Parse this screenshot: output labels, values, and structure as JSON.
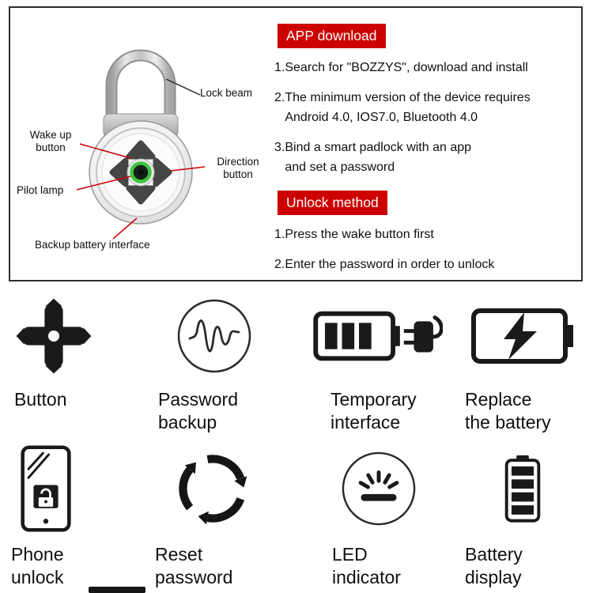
{
  "colors": {
    "accent_red": "#cc0000",
    "pilot_green": "#3fc43f",
    "icon_ink": "#1a1a1a"
  },
  "diagram": {
    "labels": {
      "lock_beam": "Lock beam",
      "wake_up_button": "Wake up\nbutton",
      "direction_button": "Direction\nbutton",
      "pilot_lamp": "Pilot lamp",
      "backup_battery_interface": "Backup battery interface"
    }
  },
  "instructions": {
    "app_download": {
      "title": "APP download",
      "items": [
        "1.Search for \"BOZZYS\", download and install",
        "2.The minimum version of the device requires\n   Android 4.0, IOS7.0, Bluetooth 4.0",
        "3.Bind a smart padlock with an app\n   and set a password"
      ]
    },
    "unlock_method": {
      "title": "Unlock method",
      "items": [
        "1.Press the wake button first",
        "2.Enter the password in order to unlock"
      ]
    }
  },
  "features": {
    "row1": [
      {
        "icon": "dpad-icon",
        "label": "Button"
      },
      {
        "icon": "password-wave-icon",
        "label": "Password\nbackup"
      },
      {
        "icon": "battery-plug-icon",
        "label": "Temporary\ninterface"
      },
      {
        "icon": "battery-lightning-icon",
        "label": "Replace\nthe battery"
      }
    ],
    "row2": [
      {
        "icon": "phone-lock-icon",
        "label": "Phone\nunlock"
      },
      {
        "icon": "recycle-icon",
        "label": "Reset\npassword"
      },
      {
        "icon": "led-icon",
        "label": "LED\nindicator"
      },
      {
        "icon": "battery-level-icon",
        "label": "Battery\ndisplay"
      }
    ]
  }
}
